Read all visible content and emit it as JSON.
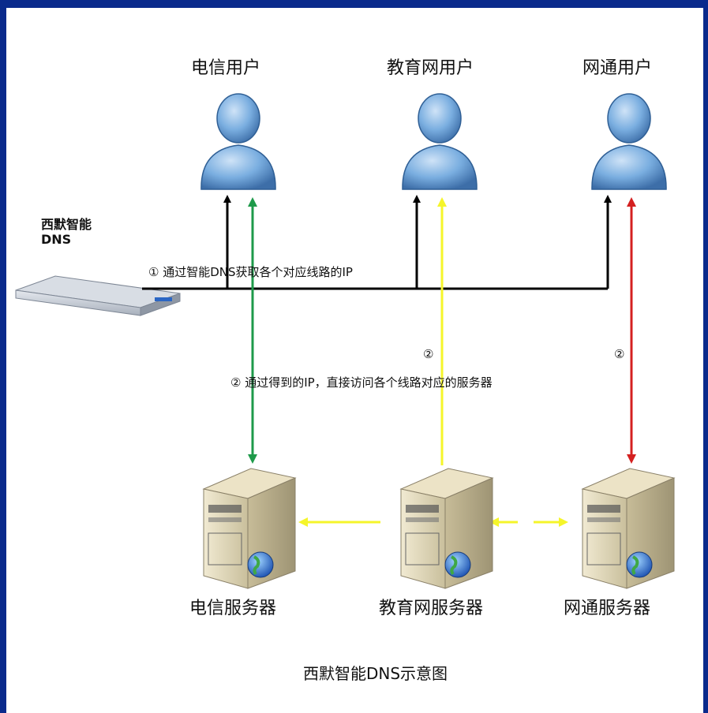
{
  "dns_device": {
    "title_line1": "西默智能",
    "title_line2": "DNS"
  },
  "users": [
    {
      "label": "电信用户"
    },
    {
      "label": "教育网用户"
    },
    {
      "label": "网通用户"
    }
  ],
  "servers": [
    {
      "label": "电信服务器"
    },
    {
      "label": "教育网服务器"
    },
    {
      "label": "网通服务器"
    }
  ],
  "notes": {
    "step1": "①  通过智能DNS获取各个对应线路的IP",
    "step2": "②  通过得到的IP，直接访问各个线路对应的服务器",
    "step2_marker_a": "②",
    "step2_marker_b": "②"
  },
  "caption": "西默智能DNS示意图",
  "colors": {
    "frame_border": "#0a2a8c",
    "dns_line": "#000000",
    "telecom_link": "#1e9a4a",
    "edu_link": "#f5f52a",
    "netcom_link": "#d42020",
    "server_sync": "#f5f52a",
    "user_fill": "#7aaee0"
  }
}
